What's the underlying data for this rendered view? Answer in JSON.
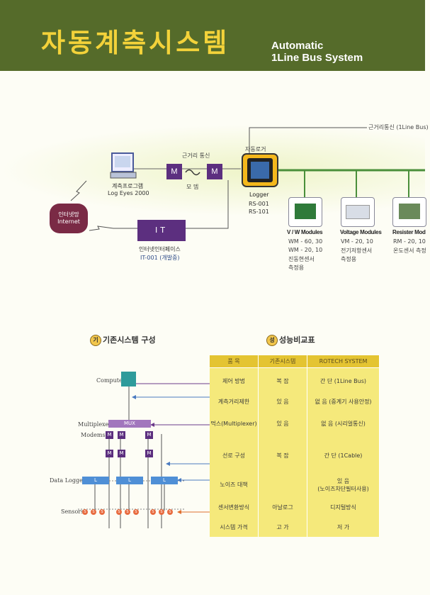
{
  "header": {
    "title_ko": "자동계측시스템",
    "title_en_line1": "Automatic",
    "title_en_line2": "1Line Bus System",
    "bg_color": "#556b2a",
    "title_color": "#f3d23a"
  },
  "network": {
    "bus_label": "근거리통신 (1Line Bus)",
    "internet_label_ko": "인터넷망",
    "internet_label_en": "Internet",
    "program_label_ko": "계측프로그램",
    "program_label_en": "Log Eyes 2000",
    "near_comm_label": "근거리 통신",
    "modem_label": "모 뎀",
    "modem_box": "M",
    "auto_logger_label": "자동로거",
    "logger_name": "Logger",
    "logger_model1": "RS-001",
    "logger_model2": "RS-101",
    "it_box": "IT",
    "interface_label": "인터넷인터페이스",
    "interface_model": "IT-001 (개발중)",
    "modules": [
      {
        "title": "V / W Modules",
        "line1": "WM - 60, 30",
        "line2": "WM - 20, 10",
        "line3": "진동현센서",
        "line4": "측정용"
      },
      {
        "title": "Voltage Modules",
        "line1": "VM - 20, 10",
        "line2": "전기저항센서",
        "line3": "측정용",
        "line4": ""
      },
      {
        "title": "Resister Mod",
        "line1": "RM - 20, 10",
        "line2": "온도센서 측정",
        "line3": "",
        "line4": ""
      }
    ]
  },
  "existing_system": {
    "title": "기존시스템 구성",
    "title_icon": "기",
    "computer": "Computer",
    "multiplexer": "Multiplexer",
    "mux": "MUX",
    "modems": "Modems",
    "data_loggers": "Data Loggers",
    "sensors": "Sensors",
    "m_label": "M",
    "l_label": "L",
    "s_label": "S"
  },
  "comparison": {
    "title": "성능비교표",
    "title_icon": "성",
    "headers": [
      "품    목",
      "기존시스템",
      "ROTECH SYSTEM"
    ],
    "rows": [
      [
        "제어 방법",
        "복    잡",
        "간 단 (1Line Bus)"
      ],
      [
        "계측거리제한",
        "있    음",
        "없 음 (중계기 사용안정)"
      ],
      [
        "먹스(Multiplexer)",
        "있    음",
        "없 음 (시리얼통신)"
      ],
      [
        "선로 구성",
        "복    잡",
        "간 단 (1Cable)"
      ],
      [
        "노이즈 대책",
        "",
        "있    음\n(노이즈차단필터사용)"
      ],
      [
        "센서변환방식",
        "아날로그",
        "디지털방식"
      ],
      [
        "시스템 가격",
        "고    가",
        "저    가"
      ]
    ]
  }
}
